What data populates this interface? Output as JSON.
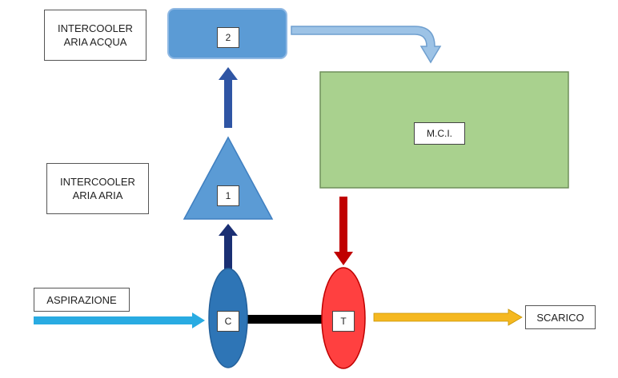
{
  "labels": {
    "intercooler_water_line1": "INTERCOOLER",
    "intercooler_water_line2": "ARIA ACQUA",
    "intercooler_air_line1": "INTERCOOLER",
    "intercooler_air_line2": "ARIA ARIA",
    "intake": "ASPIRAZIONE",
    "exhaust": "SCARICO"
  },
  "nodes": {
    "intercooler_water_num": "2",
    "intercooler_air_num": "1",
    "engine": "M.C.I.",
    "compressor": "C",
    "turbine": "T"
  },
  "colors": {
    "intercooler_water_box": "#5b9bd5",
    "intercooler_air_triangle": "#5b9bd5",
    "engine_box": "#a9d18e",
    "compressor": "#2e75b6",
    "turbine": "#ff4040",
    "shaft": "#000000",
    "intake_arrow": "#29abe2",
    "exhaust_arrow": "#f5b820",
    "flow_arrow_dark": "#1f3f8f",
    "hot_arrow": "#c00000",
    "curved_arrow": "#9dc3e6"
  }
}
